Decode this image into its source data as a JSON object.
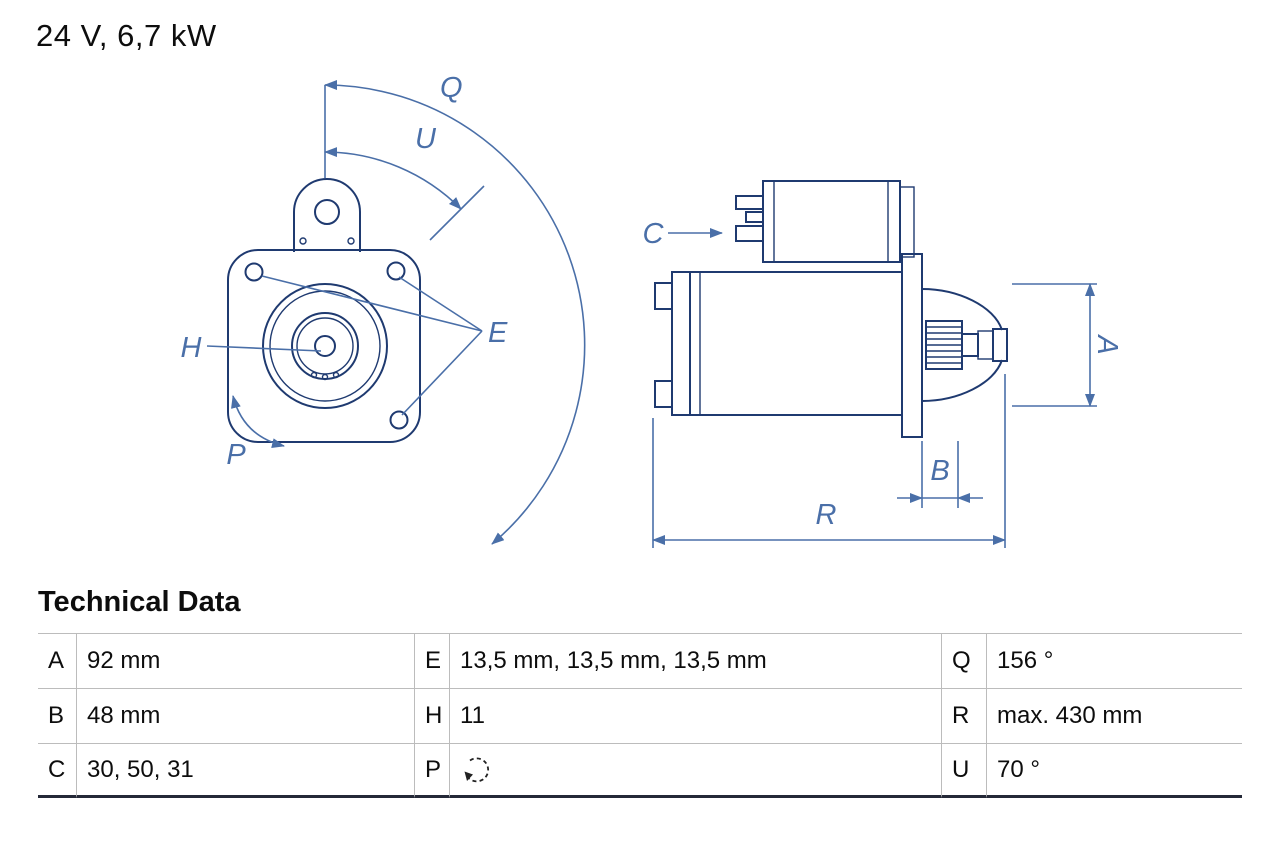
{
  "title": "24 V, 6,7 kW",
  "drawing": {
    "labels": {
      "q": "Q",
      "u": "U",
      "h": "H",
      "p": "P",
      "e": "E",
      "c": "C",
      "a": "A",
      "b": "B",
      "r": "R"
    },
    "colors": {
      "part_outline": "#1f3a70",
      "dimension": "#4a6fa8"
    }
  },
  "table": {
    "heading": "Technical Data",
    "p_value_icon": "rotation-direction-icon",
    "rows": [
      [
        {
          "key": "A",
          "value": "92 mm"
        },
        {
          "key": "E",
          "value": "13,5 mm, 13,5 mm, 13,5 mm"
        },
        {
          "key": "Q",
          "value": "156 °"
        }
      ],
      [
        {
          "key": "B",
          "value": "48 mm"
        },
        {
          "key": "H",
          "value": "11"
        },
        {
          "key": "R",
          "value": "max. 430 mm"
        }
      ],
      [
        {
          "key": "C",
          "value": "30, 50, 31"
        },
        {
          "key": "P",
          "value": ""
        },
        {
          "key": "U",
          "value": "70 °"
        }
      ]
    ]
  }
}
